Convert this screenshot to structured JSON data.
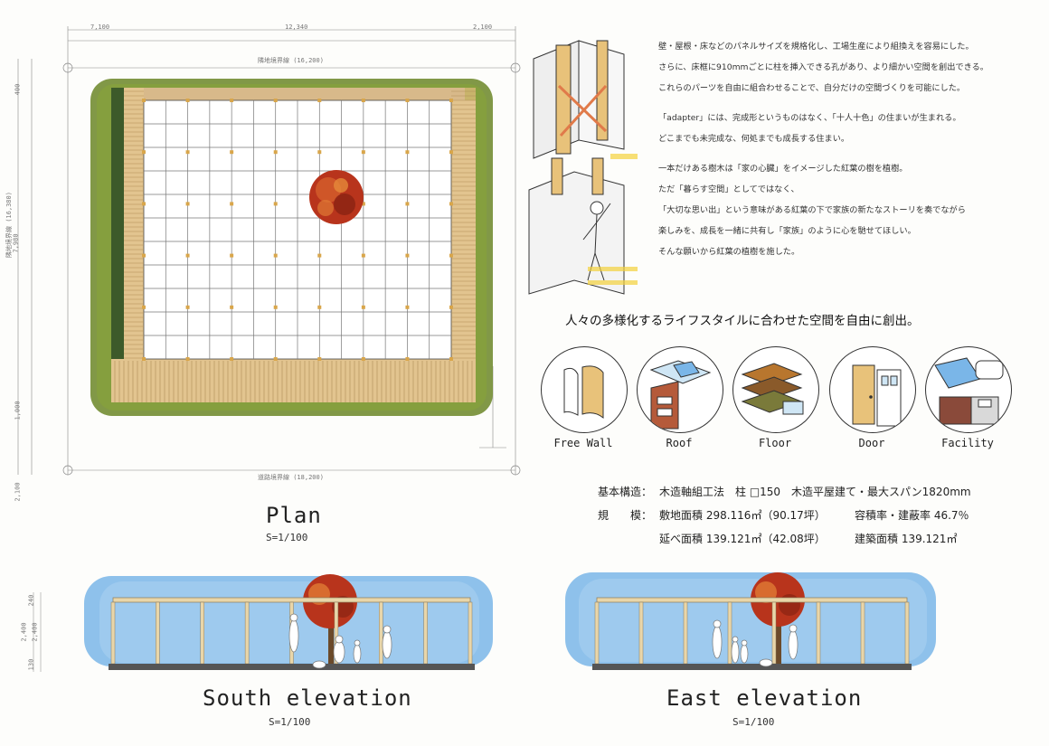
{
  "plan": {
    "title": "Plan",
    "scale": "S=1/100",
    "dim_top": [
      "7,100",
      "12,340",
      "2,100"
    ],
    "dim_inner_top": "隣地境界線 (16,200)",
    "dim_bottom": "道路境界線 (18,200)",
    "dim_left_side": "隣地境界線 (16,380)",
    "dim_left_values": [
      "400",
      "7,980",
      "1,000",
      "2,100"
    ]
  },
  "notes": {
    "para1": [
      "壁・屋根・床などのパネルサイズを規格化し、工場生産により組換えを容易にした。",
      "さらに、床框に910mmごとに柱を挿入できる孔があり、より細かい空間を創出できる。",
      "これらのパーツを自由に組合わせることで、自分だけの空間づくりを可能にした。"
    ],
    "para2": [
      "「adapter」には、完成形というものはなく、「十人十色」の住まいが生まれる。",
      "どこまでも未完成な、何処までも成長する住まい。"
    ],
    "para3": [
      "一本だけある樹木は「家の心臓」をイメージした紅葉の樹を植樹。",
      "ただ「暮らす空間」としてではなく、",
      "「大切な思い出」という意味がある紅葉の下で家族の新たなストーリを奏でながら",
      "楽しみを、成長を一緒に共有し「家族」のように心を馳せてほしい。",
      "そんな願いから紅葉の植樹を施した。"
    ],
    "headline": "人々の多様化するライフスタイルに合わせた空間を自由に創出。"
  },
  "icons": [
    {
      "label": "Free Wall"
    },
    {
      "label": "Roof"
    },
    {
      "label": "Floor"
    },
    {
      "label": "Door"
    },
    {
      "label": "Facility"
    }
  ],
  "spec": {
    "row1_label": "基本構造：",
    "row1_value": "木造軸組工法　柱 □150　木造平屋建て・最大スパン1820mm",
    "row2_label": "規　　模：",
    "row2_a": "敷地面積 298.116㎡（90.17坪）",
    "row2_b": "容積率・建蔽率 46.7％",
    "row3_a": "延べ面積 139.121㎡（42.08坪）",
    "row3_b": "建築面積 139.121㎡"
  },
  "south": {
    "title": "South elevation",
    "scale": "S=1/100",
    "dims": [
      "240",
      "2,400",
      "2,400",
      "130"
    ]
  },
  "east": {
    "title": "East elevation",
    "scale": "S=1/100"
  },
  "colors": {
    "hedge": "#6f8a2e",
    "deck": "#e2c48f",
    "tree": "#b8341c",
    "sky": "#7ab6e8",
    "pillar": "#e9d6a9"
  }
}
